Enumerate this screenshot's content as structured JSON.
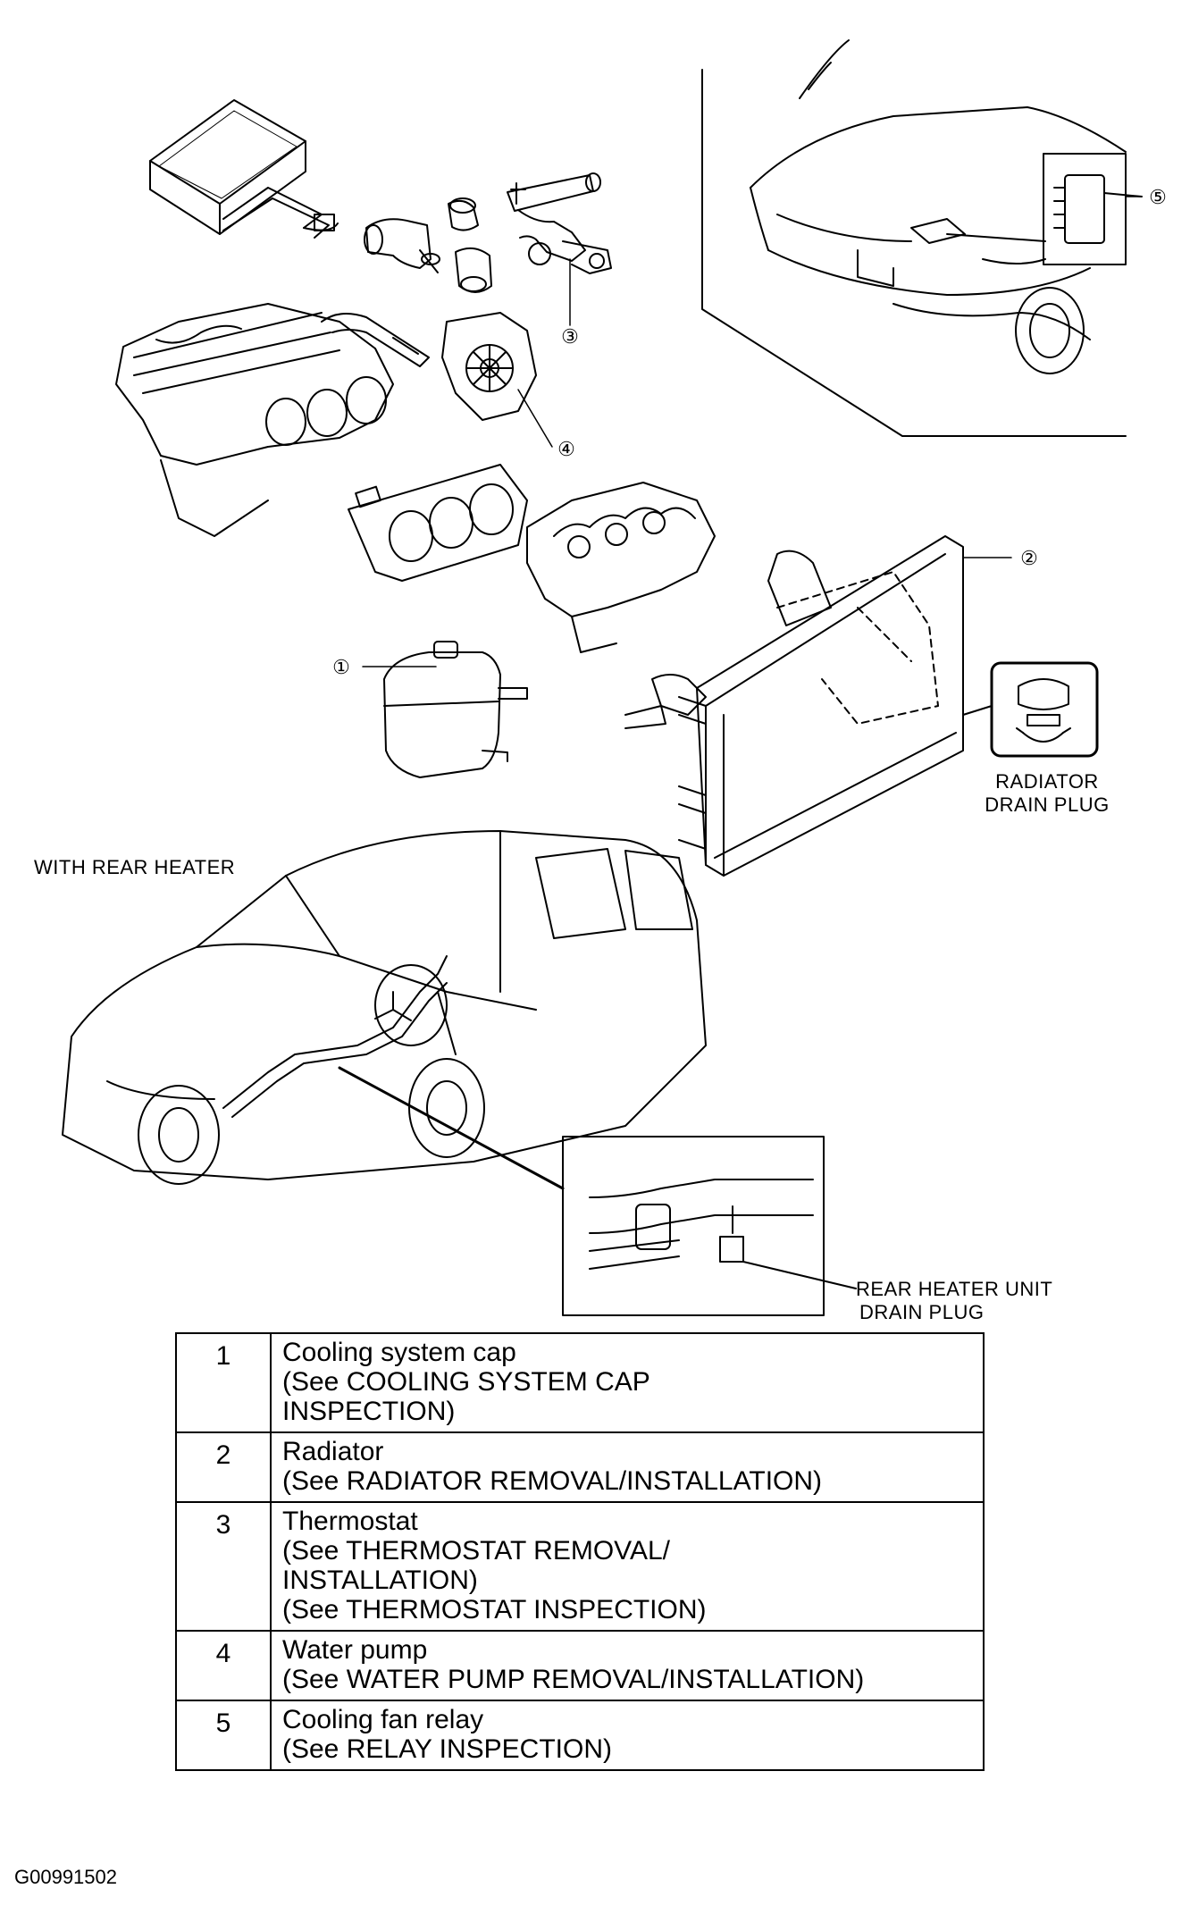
{
  "labels": {
    "with_rear_heater": "WITH REAR HEATER",
    "radiator_drain_plug_1": "RADIATOR",
    "radiator_drain_plug_2": "DRAIN PLUG",
    "rear_heater_plug_1": "REAR HEATER UNIT",
    "rear_heater_plug_2": "DRAIN PLUG"
  },
  "callouts": [
    "①",
    "②",
    "③",
    "④",
    "⑤"
  ],
  "parts": [
    {
      "no": "1",
      "desc": "Cooling system cap\n(See COOLING SYSTEM CAP\nINSPECTION)"
    },
    {
      "no": "2",
      "desc": "Radiator\n(See RADIATOR REMOVAL/INSTALLATION)"
    },
    {
      "no": "3",
      "desc": "Thermostat\n(See THERMOSTAT REMOVAL/\nINSTALLATION)\n(See THERMOSTAT INSPECTION)"
    },
    {
      "no": "4",
      "desc": "Water pump\n(See WATER PUMP REMOVAL/INSTALLATION)"
    },
    {
      "no": "5",
      "desc": "Cooling fan relay\n(See RELAY INSPECTION)"
    }
  ],
  "figure_id": "G00991502"
}
